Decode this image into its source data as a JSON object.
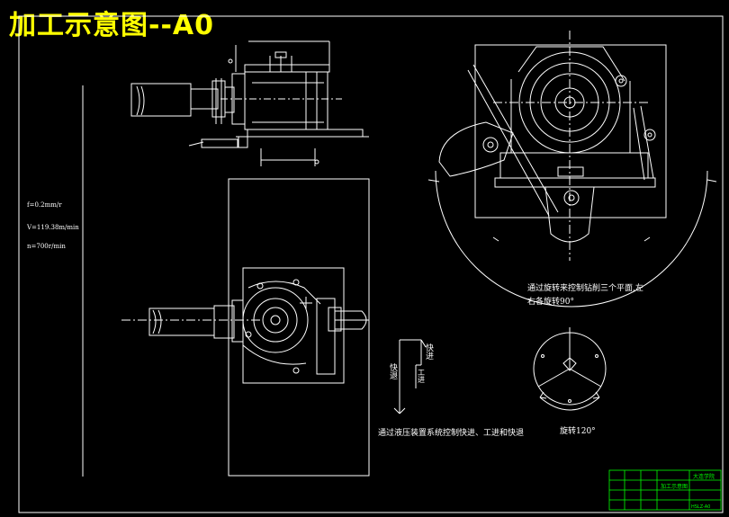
{
  "title": "加工示意图--A0",
  "params": {
    "f": "f=0.2mm/r",
    "v": "V=119.38m/min",
    "n": "n=700r/min"
  },
  "notes": {
    "rotate_note_1": "通过旋转来控制钻削三个平面,左",
    "rotate_note_2": "右各旋转90°",
    "hydraulic_note": "通过液压装置系统控制快进、工进和快退",
    "rotate_120": "旋转120°"
  },
  "feed_labels": {
    "fast_forward": "快进",
    "work_feed": "工进",
    "fast_return": "快退"
  },
  "title_block": {
    "school": "大连学院",
    "drawing_name": "加工示意图",
    "code": "HSLZ-A0"
  },
  "colors": {
    "background": "#000000",
    "line": "#ffffff",
    "title": "#ffff00",
    "title_block": "#00ff00"
  }
}
